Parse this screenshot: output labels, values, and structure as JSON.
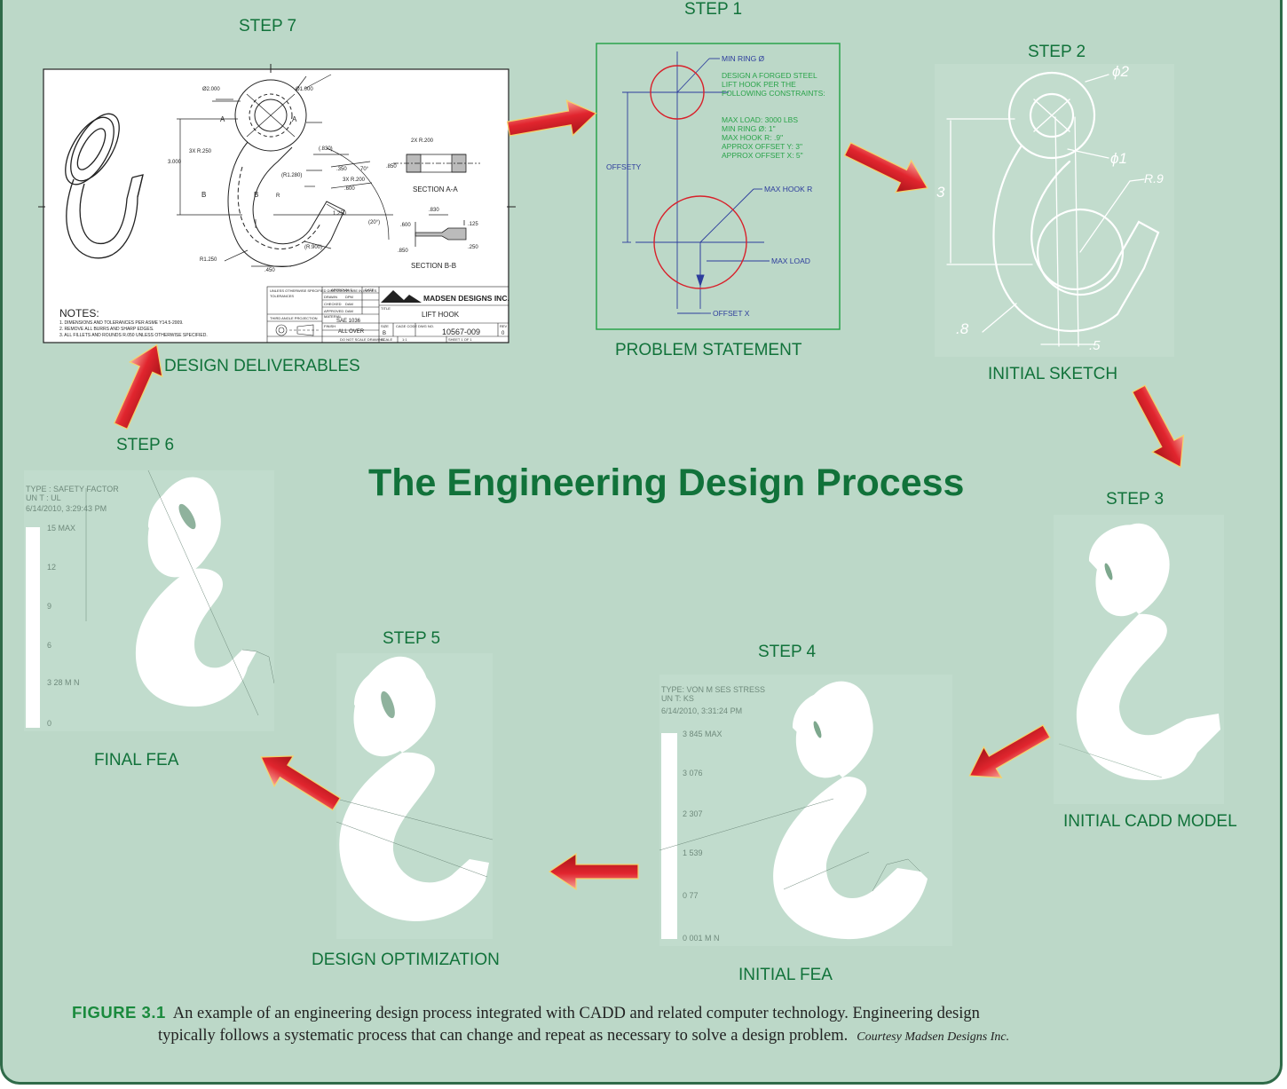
{
  "title": "The Engineering Design Process",
  "steps": [
    {
      "step": "STEP 1",
      "label": "PROBLEM STATEMENT"
    },
    {
      "step": "STEP 2",
      "label": "INITIAL SKETCH"
    },
    {
      "step": "STEP 3",
      "label": "INITIAL CADD MODEL"
    },
    {
      "step": "STEP 4",
      "label": "INITIAL FEA"
    },
    {
      "step": "STEP 5",
      "label": "DESIGN OPTIMIZATION"
    },
    {
      "step": "STEP 6",
      "label": "FINAL FEA"
    },
    {
      "step": "STEP 7",
      "label": "DESIGN DELIVERABLES"
    }
  ],
  "problem_statement": {
    "min_ring": "MIN RING Ø",
    "text": [
      "DESIGN A FORGED STEEL",
      "LIFT HOOK PER THE",
      "FOLLOWING CONSTRAINTS:"
    ],
    "constraints": [
      "MAX LOAD: 3000 LBS",
      "MIN RING Ø: 1\"",
      "MAX HOOK R: .9\"",
      "APPROX OFFSET Y: 3\"",
      "APPROX OFFSET X: 5\""
    ],
    "offset_y": "OFFSETY",
    "max_hook_r": "MAX HOOK R",
    "max_load": "MAX LOAD",
    "offset_x": "OFFSET X"
  },
  "sketch": {
    "phi2": "ϕ2",
    "phi1": "ϕ1",
    "r9": "R.9",
    "three": "3",
    "eight": ".8",
    "five": ".5"
  },
  "drawing": {
    "notes_title": "NOTES:",
    "notes": [
      "1. DIMENSIONS AND TOLERANCES PER ASME Y14.5-2009.",
      "2. REMOVE ALL BURRS AND SHARP EDGES.",
      "3. ALL FILLETS AND ROUNDS R.050 UNLESS OTHERWISE SPECIFIED."
    ],
    "company": "MADSEN DESIGNS INC.",
    "part_title": "LIFT HOOK",
    "dwg_no": "10567-009",
    "material": "SAE 1036",
    "finish": "ALL OVER",
    "section_aa": "SECTION A-A",
    "section_bb": "SECTION B-B",
    "dims": [
      "Ø2.000",
      "Ø1.000",
      "3X R.250",
      "3.000",
      "(.830)",
      "(R1.280)",
      "R",
      "2X R.200",
      ".850",
      ".350",
      "70°",
      "3X R.200",
      ".600",
      "1.250",
      "(20°)",
      "R1.250",
      "(R.900)",
      ".450",
      ".830",
      ".600",
      ".125",
      ".850",
      ".250"
    ],
    "approvals": "APPROVALS",
    "date": "DATE",
    "drawn": "DRAWN",
    "checked": "CHECKED",
    "approved": "APPROVED",
    "initials": [
      "DPM",
      "DAM",
      "DAM"
    ],
    "third_angle": "THIRD ANGLE PROJECTION",
    "do_not_scale": "DO NOT SCALE DRAWING",
    "size": "B",
    "rev": "0",
    "scale": "1:1",
    "sheet": "SHEET 1 OF 1",
    "tol_header": "UNLESS OTHERWISE SPECIFIED DIMENSIONS ARE IN INCHES",
    "title_label": "TITLE",
    "size_label": "SIZE",
    "cage_label": "CAGE CODE",
    "dwg_label": "DWG NO.",
    "rev_label": "REV",
    "scale_label": "SCALE",
    "material_label": "MATERIAL",
    "finish_label": "FINISH",
    "tolerances_label": "TOLERANCES",
    "section_marks": [
      "A",
      "A",
      "B",
      "B"
    ]
  },
  "fea_initial": {
    "type": "TYPE: VON M SES STRESS",
    "unit": "UN T: KS",
    "date": "6/14/2010, 3:31:24 PM",
    "scale": [
      "3 845 MAX",
      "3 076",
      "2 307",
      "1 539",
      "0 77",
      "0 001 M N"
    ]
  },
  "fea_final": {
    "type": "TYPE : SAFETY FACTOR",
    "unit": "UN T : UL",
    "date": "6/14/2010, 3:29:43 PM",
    "scale": [
      "15 MAX",
      "12",
      "9",
      "6",
      "3 28 M N",
      "0"
    ]
  },
  "caption": {
    "fig_num": "FIGURE 3.1",
    "text1": "An example of an engineering design process integrated with CADD and related computer technology. Engineering design",
    "text2": "typically follows a systematic process that can change and repeat as necessary to solve a design problem.",
    "courtesy": "Courtesy Madsen Designs Inc."
  },
  "colors": {
    "background": "#bcd8c8",
    "label_green": "#11723a",
    "arrow_red": "#e1252e",
    "circle_red": "#d8202a",
    "blue_line": "#2c3c9c",
    "constraint_green": "#2aa34a"
  }
}
